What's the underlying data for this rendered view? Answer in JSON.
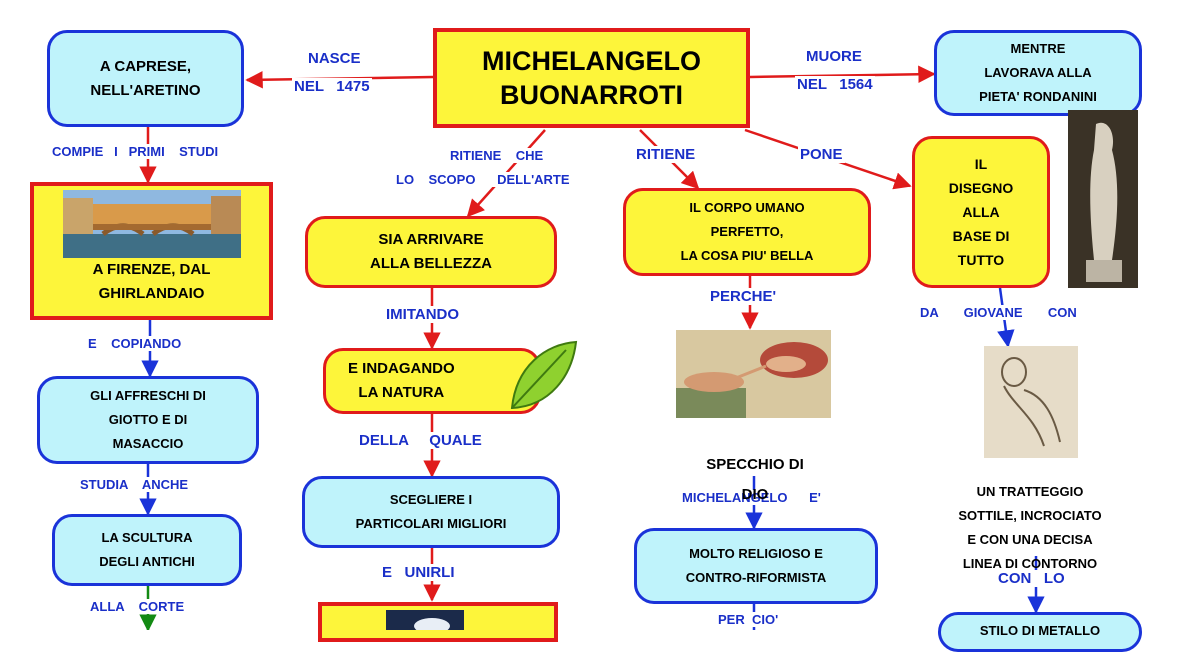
{
  "title": "MICHELANGELO\nBUONARROTI",
  "links": {
    "nasce": "NASCE",
    "nel1475": "NEL   1475",
    "muore": "MUORE",
    "nel1564": "NEL   1564",
    "compie": "COMPIE   I   PRIMI    STUDI",
    "copiando": "E    COPIANDO",
    "studia": "STUDIA    ANCHE",
    "corte": "ALLA    CORTE",
    "ritiene_che": "RITIENE    CHE",
    "scopo": "LO    SCOPO      DELL'ARTE",
    "imitando": "IMITANDO",
    "della_quale": "DELLA     QUALE",
    "unirli": "E   UNIRLI",
    "ritiene": "RITIENE",
    "perche": "PERCHE'",
    "michelangelo_e": "MICHELANGELO      E'",
    "per_cio": "PER  CIO'",
    "pone": "PONE",
    "da_giovane": "DA       GIOVANE       CON",
    "con_lo": "CON   LO"
  },
  "nodes": {
    "caprese": "A      CAPRESE,\nNELL'ARETINO",
    "morte": "MENTRE\nLAVORAVA      ALLA\nPIETA'     RONDANINI",
    "firenze": "A    FIRENZE,     DAL\nGHIRLANDAIO",
    "affreschi": "GLI     AFFRESCHI     DI\nGIOTTO    E  DI\nMASACCIO",
    "scultura": "LA       SCULTURA\nDEGLI     ANTICHI",
    "bellezza": "SIA       ARRIVARE\nALLA      BELLEZZA",
    "natura": "E      INDAGANDO\nLA      NATURA",
    "scegliere": "SCEGLIERE     I\nPARTICOLARI       MIGLIORI",
    "corpo": "IL     CORPO      UMANO\nPERFETTO,\nLA    COSA   PIU'   BELLA",
    "specchio": "SPECCHIO       DI\nDIO",
    "religioso": "MOLTO       RELIGIOSO     E\nCONTRO-RIFORMISTA",
    "disegno": "IL\nDISEGNO\nALLA\nBASE    DI\nTUTTO",
    "tratteggio": "UN        TRATTEGGIO\nSOTTILE,          INCROCIATO\nE   CON   UNA    DECISA\nLINEA    DI    CONTORNO",
    "stilo": "STILO     DI     METALLO"
  },
  "images": {
    "ponte_vecchio": "ponte-vecchio-photo",
    "leaf": "green-leaf",
    "creazione": "creation-of-adam-fresco",
    "pieta": "pieta-rondanini-statue",
    "sketch": "male-nude-sketch",
    "unicorn": "unicorn-photo"
  },
  "colors": {
    "blue_border": "#1a33d9",
    "red_border": "#e01b1b",
    "yellow_fill": "#fdf53a",
    "cyan_fill": "#bff3fb",
    "label_blue": "#1a2fc8"
  }
}
